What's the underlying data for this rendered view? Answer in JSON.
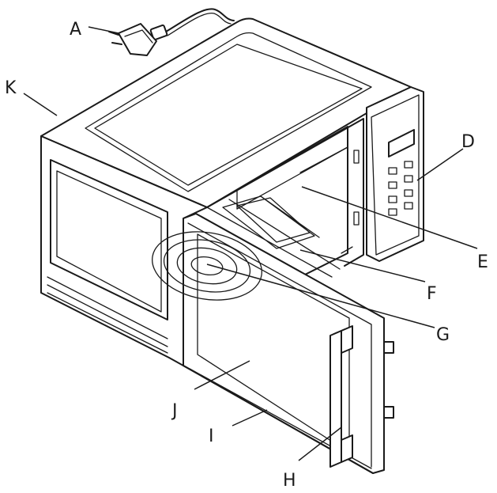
{
  "diagram": {
    "labels": {
      "A": "A",
      "K": "K",
      "D": "D",
      "E": "E",
      "F": "F",
      "G": "G",
      "J": "J",
      "I": "I",
      "H": "H"
    }
  }
}
